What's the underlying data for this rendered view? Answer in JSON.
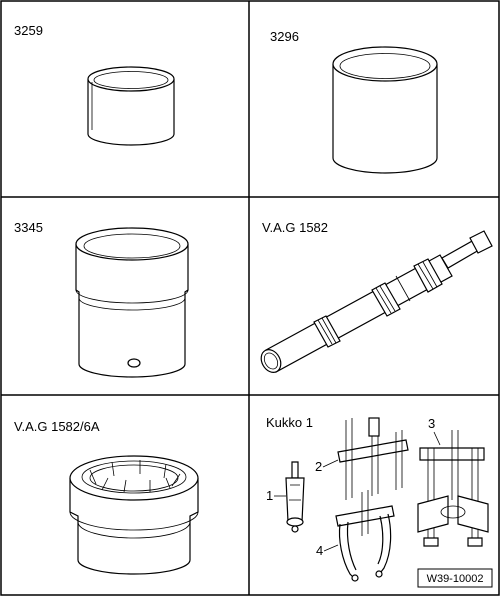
{
  "tools": {
    "t3259": {
      "label": "3259"
    },
    "t3296": {
      "label": "3296"
    },
    "t3345": {
      "label": "3345"
    },
    "vag1582": {
      "label": "V.A.G 1582"
    },
    "vag1582_6a": {
      "label": "V.A.G 1582/6A"
    },
    "kukko1": {
      "label": "Kukko 1",
      "callouts": [
        "1",
        "2",
        "3",
        "4"
      ]
    }
  },
  "figure_ref": "W39-10002"
}
